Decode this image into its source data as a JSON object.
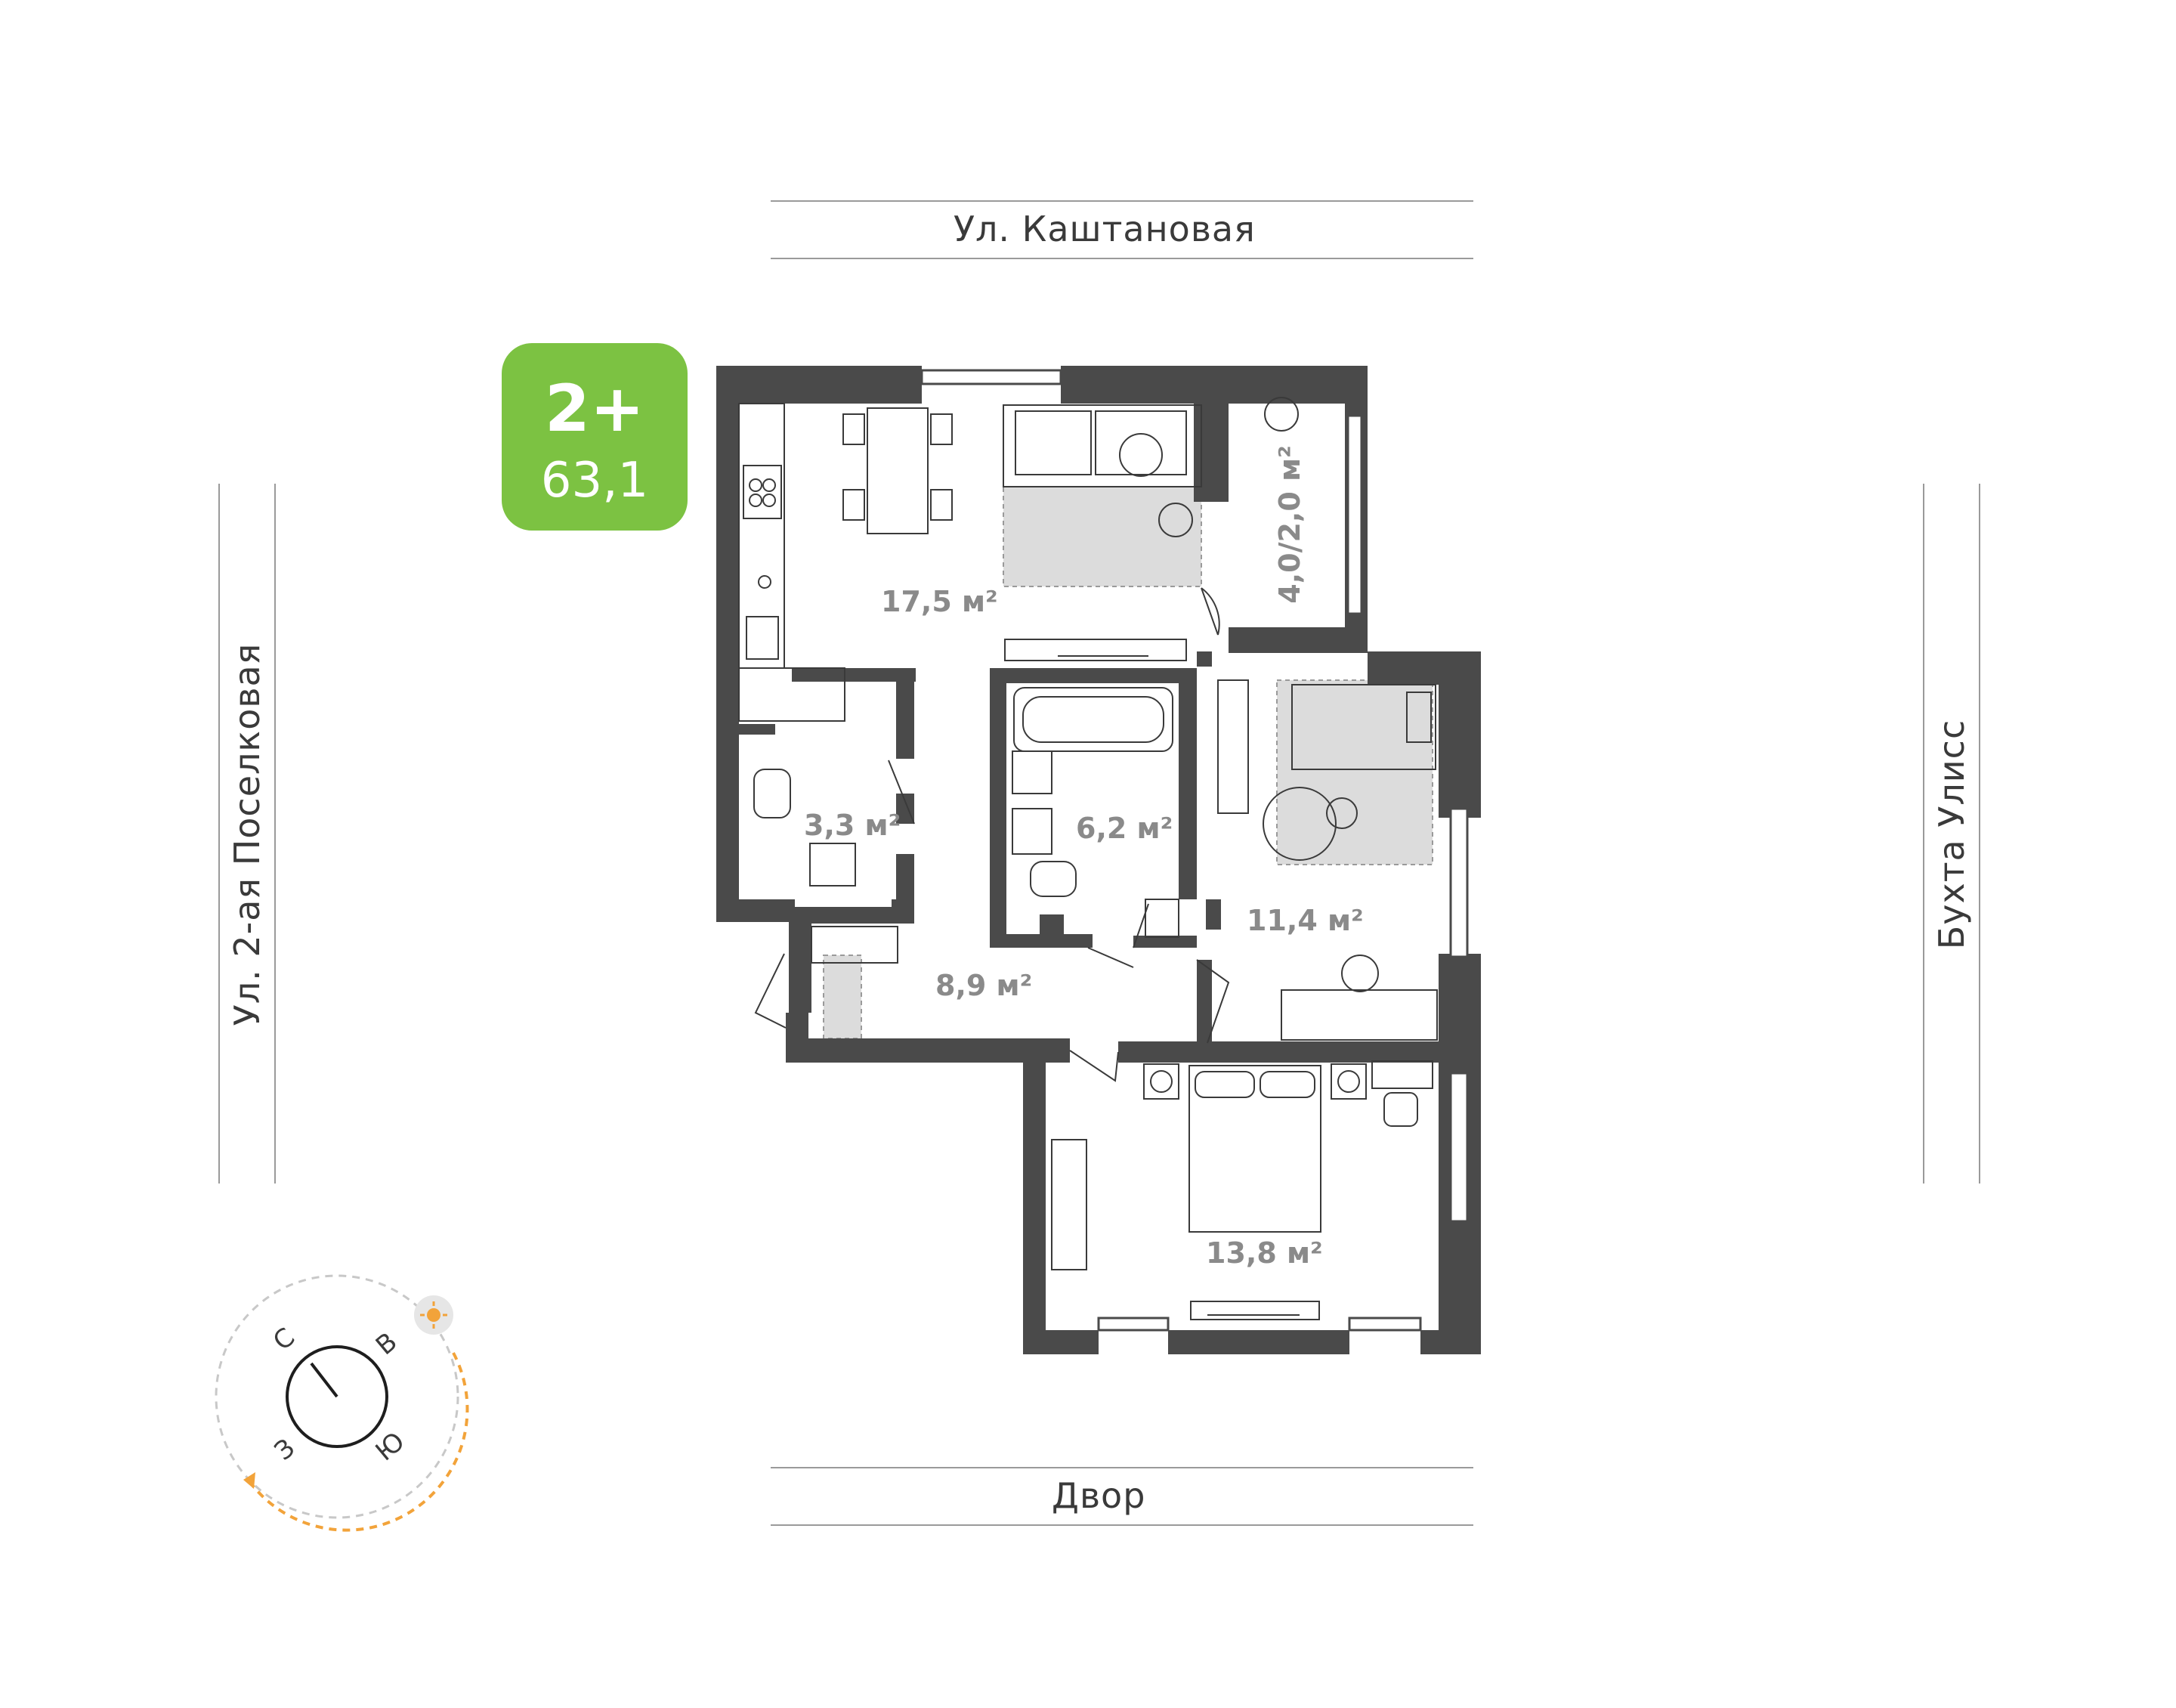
{
  "streets": {
    "top": "Ул. Каштановая",
    "left": "Ул. 2-ая Поселковая",
    "right": "Бухта Улисс",
    "bottom": "Двор"
  },
  "badge": {
    "rooms": "2+",
    "area": "63,1",
    "color": "#7cc242"
  },
  "rooms": {
    "kitchen_living": "17,5 м²",
    "balcony": "4,0/2,0 м²",
    "wc": "3,3 м²",
    "bathroom": "6,2 м²",
    "bedroom_small": "11,4 м²",
    "hall": "8,9 м²",
    "bedroom_master": "13,8 м²"
  },
  "compass": {
    "north": "С",
    "east": "В",
    "south": "Ю",
    "west": "З",
    "sun_path_color": "#f2a33a"
  },
  "colors": {
    "wall": "#4a4a4a",
    "rug": "#dcdcdc",
    "text": "#3a3a3a",
    "room_label": "#8a8a8a"
  }
}
